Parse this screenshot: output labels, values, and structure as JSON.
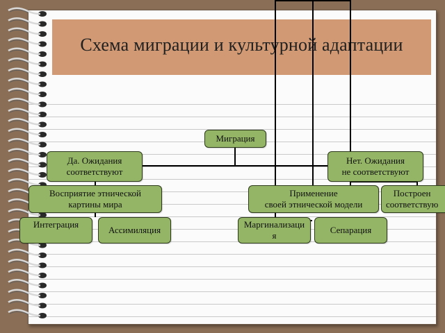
{
  "title": "Схема миграции и культурной адаптации",
  "nodes": {
    "migration": "Миграция",
    "expectations_yes": "Да. Ожидания\nсоответствуют",
    "expectations_no": "Нет. Ожидания\nне соответствуют",
    "perception": "Восприятие этнической\nкартины мира",
    "applying_model": "Применение\nсвоей этнической модели",
    "building_partial": "Построен\nсоответствую",
    "integration": "Интеграция",
    "assimilation": "Ассимиляция",
    "marginalization": "Маргинализаци\nя",
    "separation": "Сепарация"
  },
  "colors": {
    "background": "#8a6e55",
    "title_band": "#d19a74",
    "node_fill": "#93b565",
    "line": "#000000"
  }
}
